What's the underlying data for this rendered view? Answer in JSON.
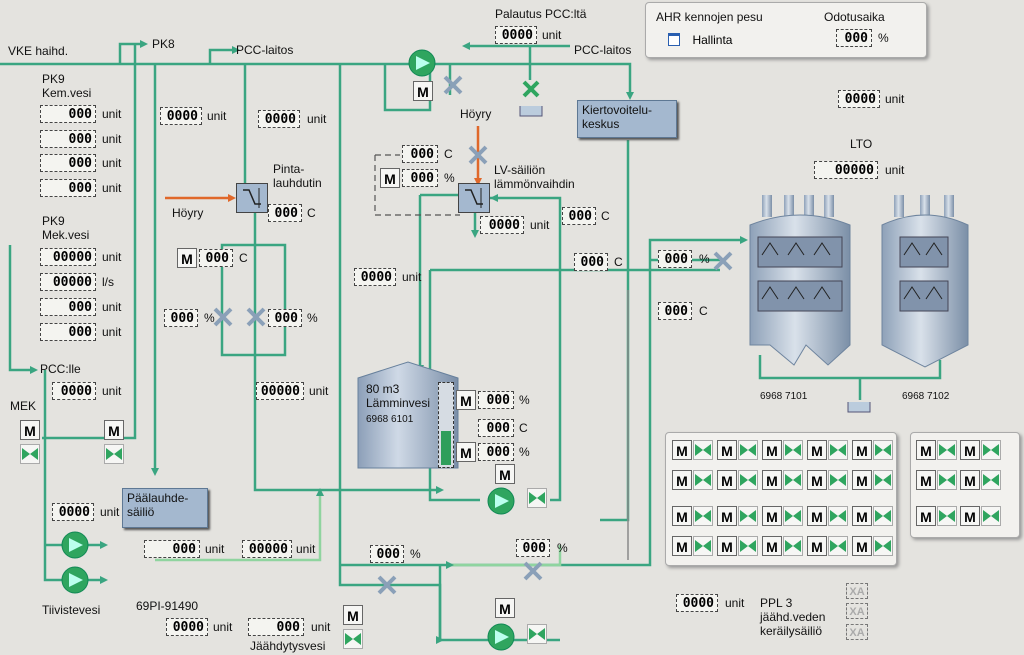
{
  "labels": {
    "vke": "VKE haihd.",
    "pk8": "PK8",
    "pcc_laitos_1": "PCC-laitos",
    "palautus": "Palautus PCC:ltä",
    "pcc_laitos_2": "PCC-laitos",
    "pk9_kem_1": "PK9",
    "pk9_kem_2": "Kem.vesi",
    "pk9_mek_1": "PK9",
    "pk9_mek_2": "Mek.vesi",
    "pcc_lle": "PCC:lle",
    "mek": "MEK",
    "tiivistevesi": "Tiivistevesi",
    "tag_69pi": "69PI-91490",
    "jaahdytysvesi": "Jäähdytysvesi",
    "hoyry_left": "Höyry",
    "hoyry_mid": "Höyry",
    "pinta_1": "Pinta-",
    "pinta_2": "lauhdutin",
    "lv_1": "LV-säiliön",
    "lv_2": "lämmönvaihdin",
    "tank_1": "80 m3",
    "tank_2": "Lämminvesi",
    "tank_3": "6968 6101",
    "lto": "LTO",
    "tag_7101": "6968 7101",
    "tag_7102": "6968 7102",
    "ppl_1": "PPL 3",
    "ppl_2": "jäähd.veden",
    "ppl_3": "keräilysäiliö"
  },
  "boxes": {
    "kierto_1": "Kiertovoitelu-",
    "kierto_2": "keskus",
    "paalauhde_1": "Päälauhde-",
    "paalauhde_2": "säiliö"
  },
  "ahr_panel": {
    "title": "AHR kennojen pesu",
    "wait_label": "Odotusaika",
    "button": "Hallinta",
    "wait_value": "000",
    "wait_unit": "%"
  },
  "units": {
    "unit": "unit",
    "c": "C",
    "pct": "%",
    "ls": "l/s"
  },
  "readouts": {
    "palautus": "0000",
    "kem1": "000",
    "kem2": "000",
    "kem3": "000",
    "kem4": "000",
    "mek1": "00000",
    "mek2": "00000",
    "mek3": "000",
    "mek4": "000",
    "pcclle": "0000",
    "r_0000_a": "0000",
    "r_0000_b": "0000",
    "pinta_c": "000",
    "lv_temp": "000",
    "lv_pct": "000",
    "lv_out": "0000",
    "lv_side_c": "000",
    "r_left_c": "000",
    "v_left_pct": "000",
    "v_right_pct": "000",
    "mid_0000": "0000",
    "line_00000": "00000",
    "c_000_a": "000",
    "c_000_b": "000",
    "pct_000_top": "000",
    "unit_right_top": "0000",
    "lto_val": "00000",
    "tank_pct": "000",
    "tank_c": "000",
    "tank_pct2": "000",
    "tiiv_unit": "0000",
    "paal_1": "000",
    "paal_2": "00000",
    "bottom_pct1": "000",
    "bottom_pct2": "000",
    "b_0000_1": "0000",
    "b_000_2": "000",
    "ppl_val": "0000"
  },
  "manual": "M",
  "xa": "XA",
  "colors": {
    "pipe": "#3aa581",
    "pipe_light": "#8fd49f",
    "steam": "#e0682a",
    "equipment": "#a4b8cf"
  }
}
